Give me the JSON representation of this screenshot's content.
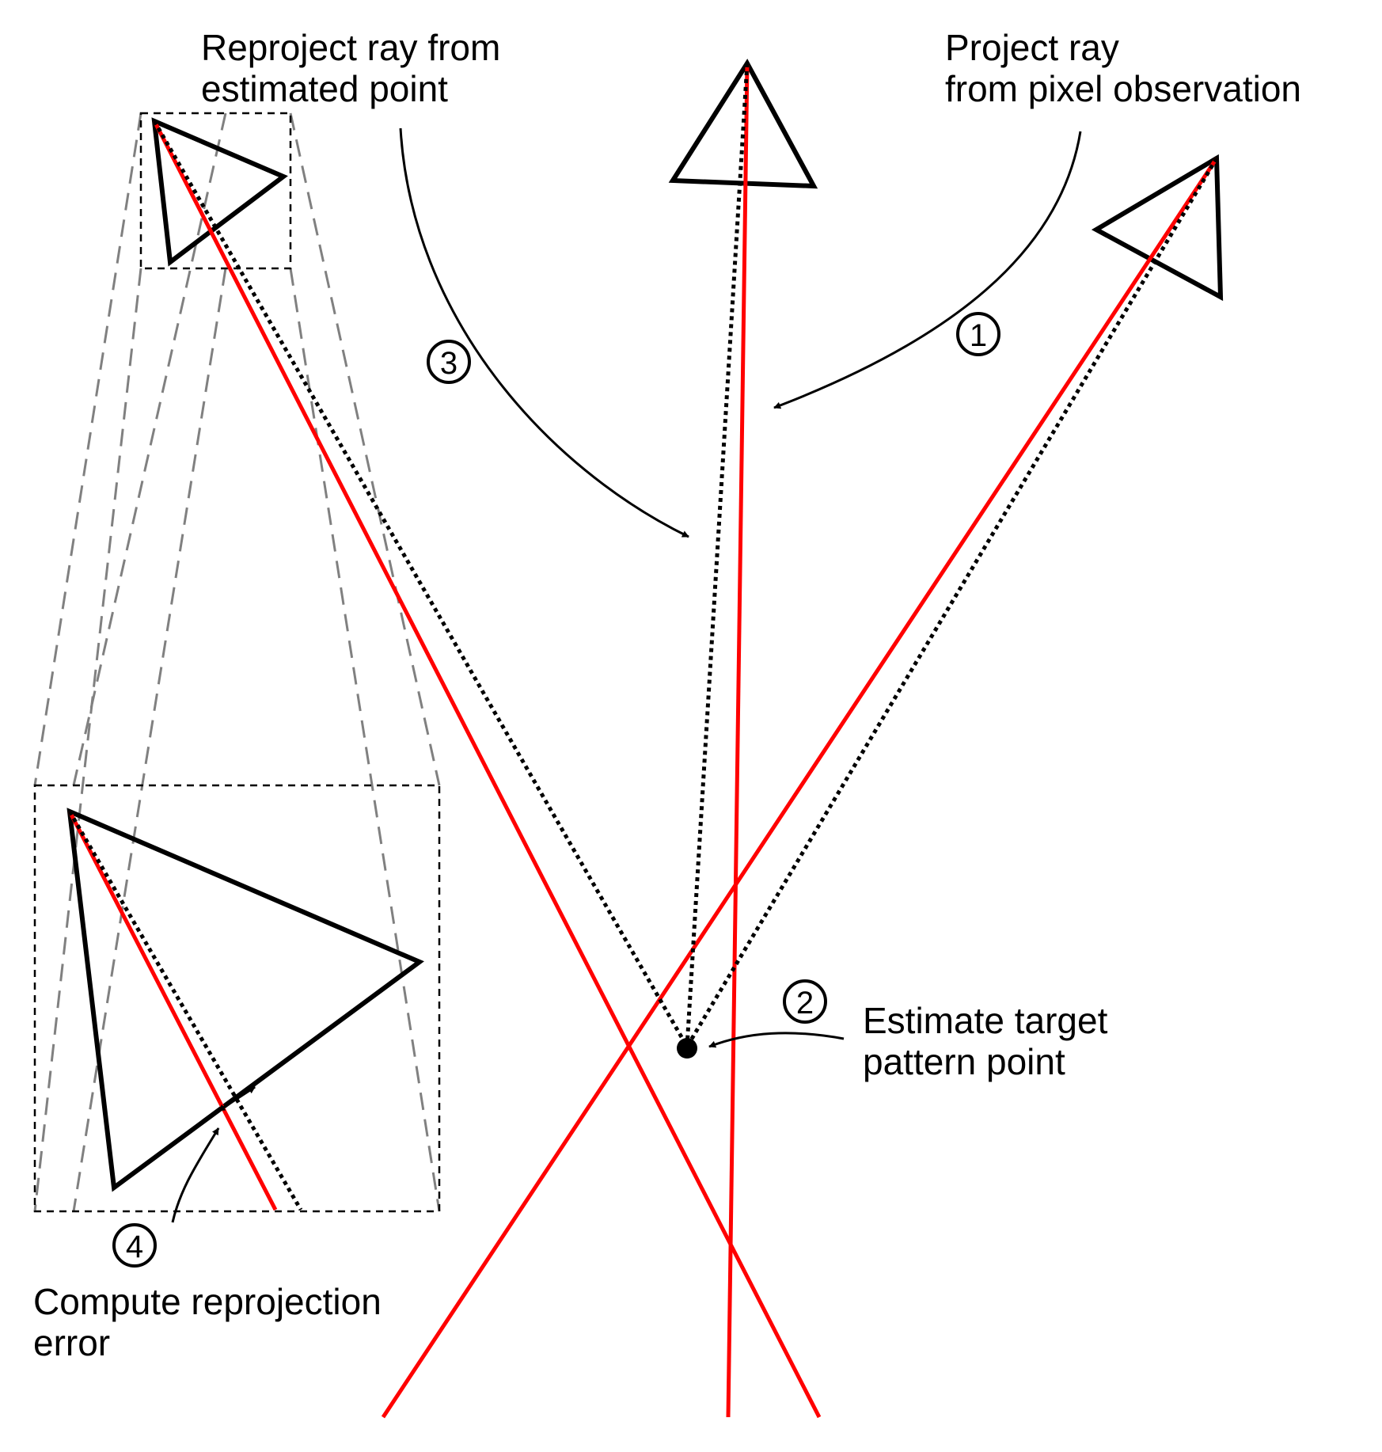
{
  "colors": {
    "ray": "#ff0000",
    "ink": "#000000",
    "guide": "#808080",
    "background": "#ffffff"
  },
  "labels": {
    "reproject": [
      "Reproject ray from",
      "estimated point"
    ],
    "project": [
      "Project ray",
      "from pixel observation"
    ],
    "estimate": [
      "Estimate target",
      "pattern point"
    ],
    "compute": [
      "Compute reprojection",
      "error"
    ]
  },
  "steps": {
    "s1": "1",
    "s2": "2",
    "s3": "3",
    "s4": "4"
  }
}
